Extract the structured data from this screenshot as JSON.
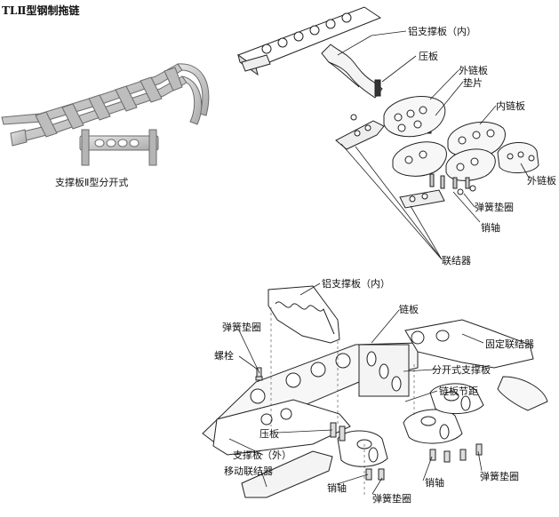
{
  "title": "TLⅡ型钢制拖链",
  "caption": "支撑板Ⅱ型分开式",
  "colors": {
    "line": "#222222",
    "metal": "#c9c9c9",
    "metal_dark": "#8a8a8a",
    "hole": "#ffffff"
  },
  "top_labels": {
    "support_inner": "铝支撑板（内）",
    "press_plate": "压板",
    "outer_plate": "外链板",
    "pad": "垫片",
    "inner_plate": "内链板",
    "outer_plate2": "外链板",
    "spring_washer": "弹簧垫圈",
    "pin": "销轴",
    "connector": "联结器"
  },
  "bottom_labels": {
    "support_inner": "铝支撑板（内）",
    "spring_washer_left": "弹簧垫圈",
    "chain_plate": "链板",
    "bolt": "螺栓",
    "fixed_connector": "固定联结器",
    "split_support": "分开式支撑板",
    "pitch": "链板节距",
    "press_plate": "压板",
    "support_outer": "支撑板（外）",
    "moving_connector": "移动联结器",
    "pin_left": "销轴",
    "spring_washer_mid": "弹簧垫圈",
    "pin_right": "销轴",
    "spring_washer_right": "弹簧垫圈"
  }
}
